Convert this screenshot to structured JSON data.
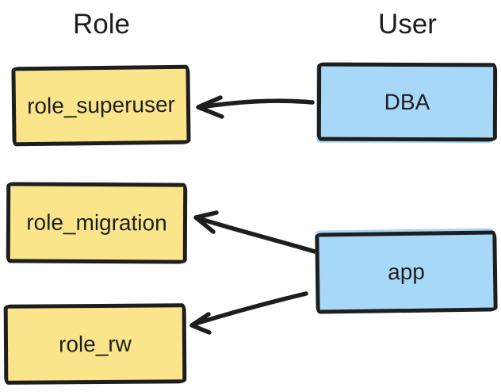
{
  "diagram": {
    "columns": [
      {
        "title": "Role"
      },
      {
        "title": "User"
      }
    ],
    "roles": [
      {
        "label": "role_superuser"
      },
      {
        "label": "role_migration"
      },
      {
        "label": "role_rw"
      }
    ],
    "users": [
      {
        "label": "DBA"
      },
      {
        "label": "app"
      }
    ],
    "edges": [
      {
        "from": "DBA",
        "to": "role_superuser"
      },
      {
        "from": "app",
        "to": "role_migration"
      },
      {
        "from": "app",
        "to": "role_rw"
      }
    ],
    "colors": {
      "role_fill": "#fae58a",
      "user_fill": "#a8d8f8",
      "stroke": "#1e1e1e",
      "background": "#ffffff"
    }
  }
}
